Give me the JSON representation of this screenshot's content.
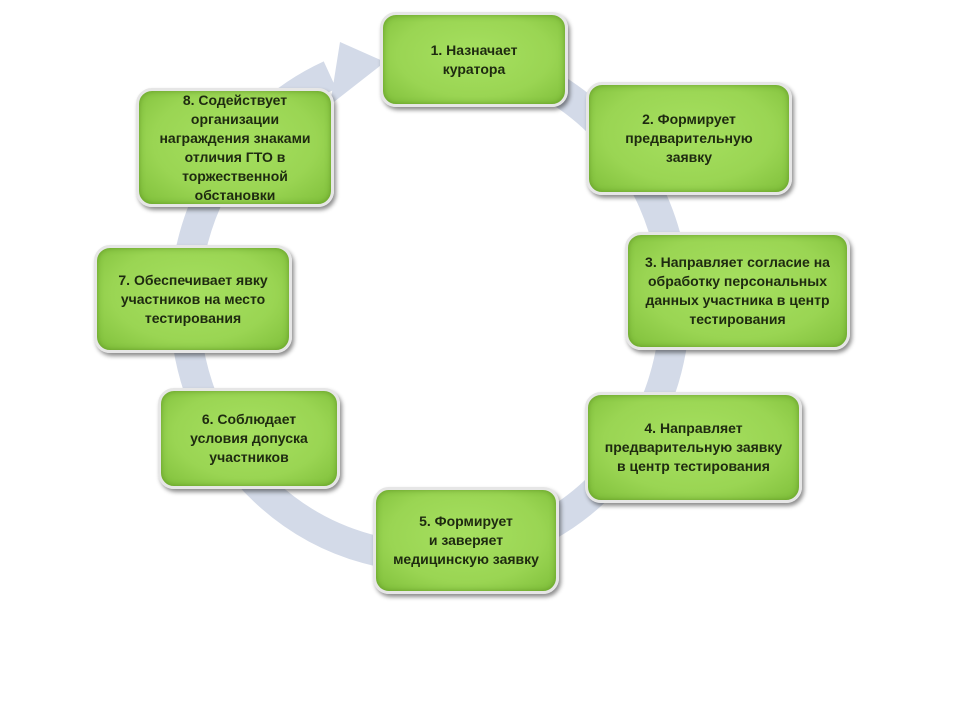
{
  "colors": {
    "box_fill": "#9ad553",
    "ring": "#d3dae8",
    "text": "#1e2a10"
  },
  "steps": [
    {
      "label": "1. Назначает\nкуратора"
    },
    {
      "label": "2. Формирует\nпредварительную\nзаявку"
    },
    {
      "label": "3. Направляет согласие на\nобработку персональных\nданных участника в центр\nтестирования"
    },
    {
      "label": "4. Направляет\nпредварительную заявку\nв центр тестирования"
    },
    {
      "label": "5. Формирует\nи заверяет\nмедицинскую заявку"
    },
    {
      "label": "6. Соблюдает\nусловия допуска\nучастников"
    },
    {
      "label": "7.  Обеспечивает явку\nучастников на место\nтестирования"
    },
    {
      "label": "8. Содействует\nорганизации\nнаграждения знаками\nотличия ГТО в\nторжественной\nобстановки"
    }
  ]
}
